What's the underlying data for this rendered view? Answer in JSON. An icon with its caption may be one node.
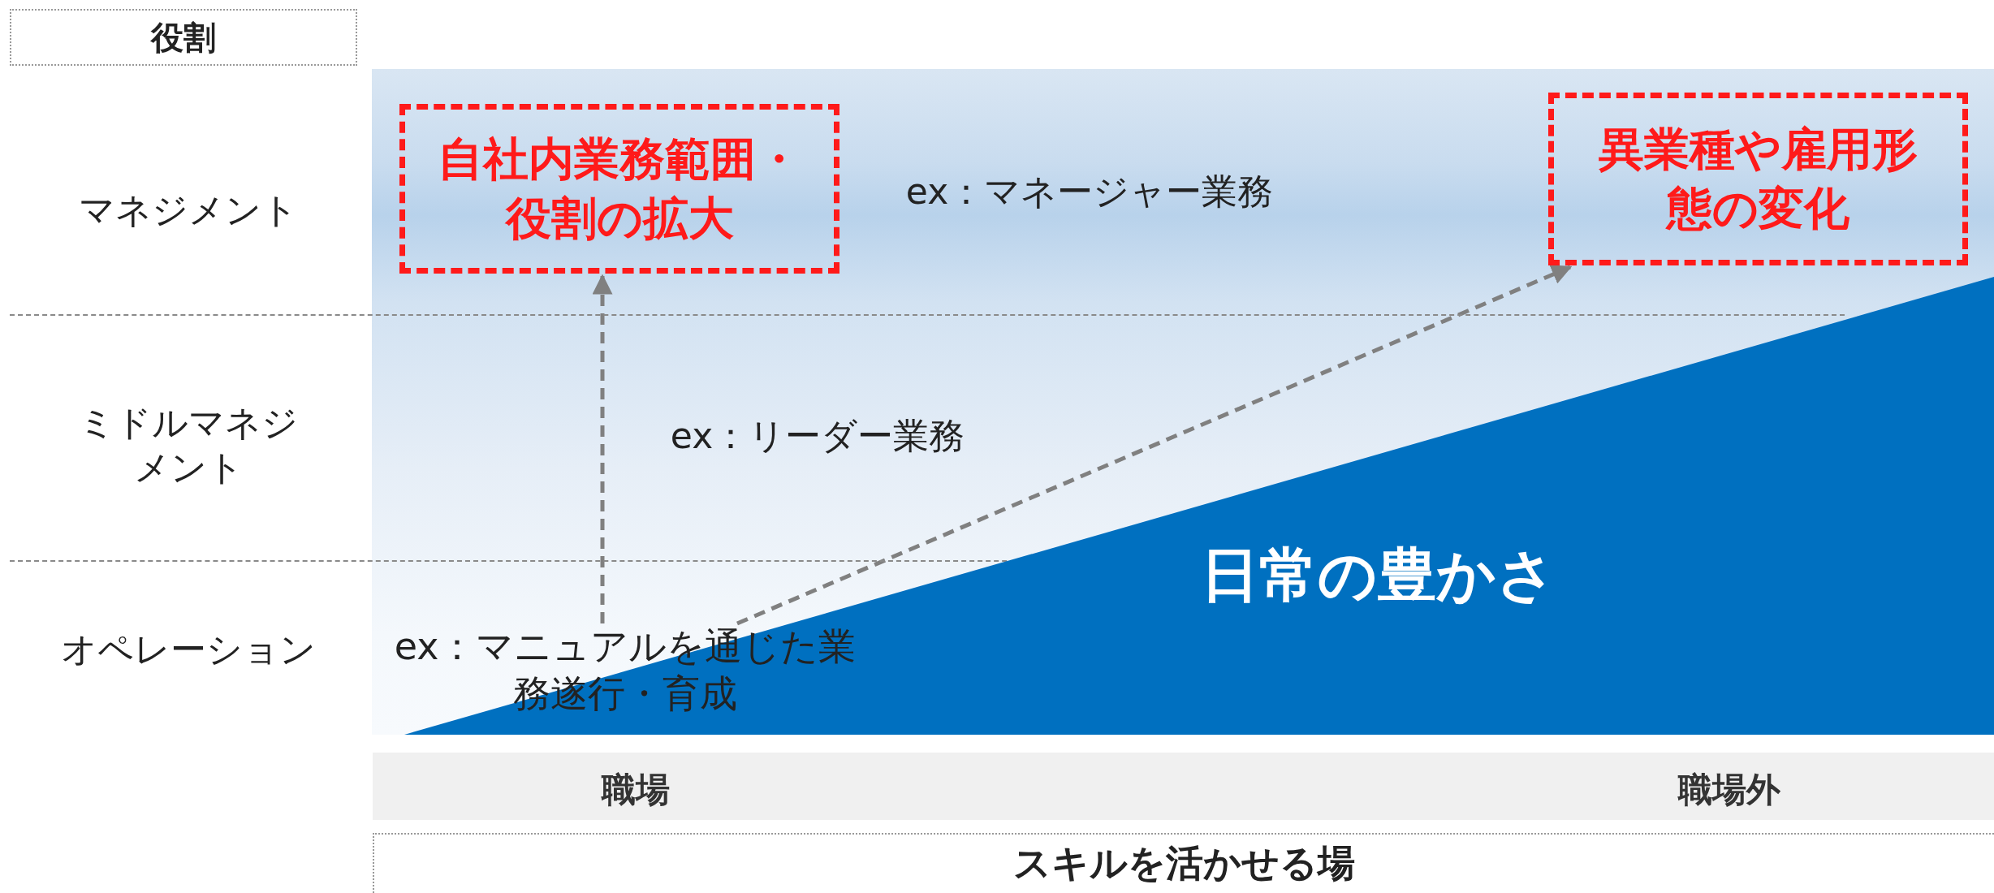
{
  "diagram": {
    "nodes": [
      {
        "text": [
          "役割"
        ]
      },
      {
        "text": [
          "自社内業務範囲・役割の拡大"
        ]
      },
      {
        "text": [
          "異業種や雇用形態の変化"
        ]
      },
      {
        "text": [
          "日常の豊かさ"
        ]
      },
      {
        "text": [
          "ex：マニュアルを通じた業務遂行・育成"
        ]
      },
      {
        "text": [
          "職場",
          "職場外"
        ]
      },
      {
        "text": [
          "スキルを活かせる場"
        ]
      }
    ],
    "edges": [
      {
        "from": 4,
        "to": 1,
        "arrow": "to",
        "style": "dashed"
      },
      {
        "from": 4,
        "to": 2,
        "arrow": "to",
        "style": "dashed"
      }
    ],
    "labels": [
      "マネジメント",
      "ex：マネージャー業務",
      "ミドルマネジメント",
      "ex：リーダー業務",
      "オペレーション"
    ]
  }
}
